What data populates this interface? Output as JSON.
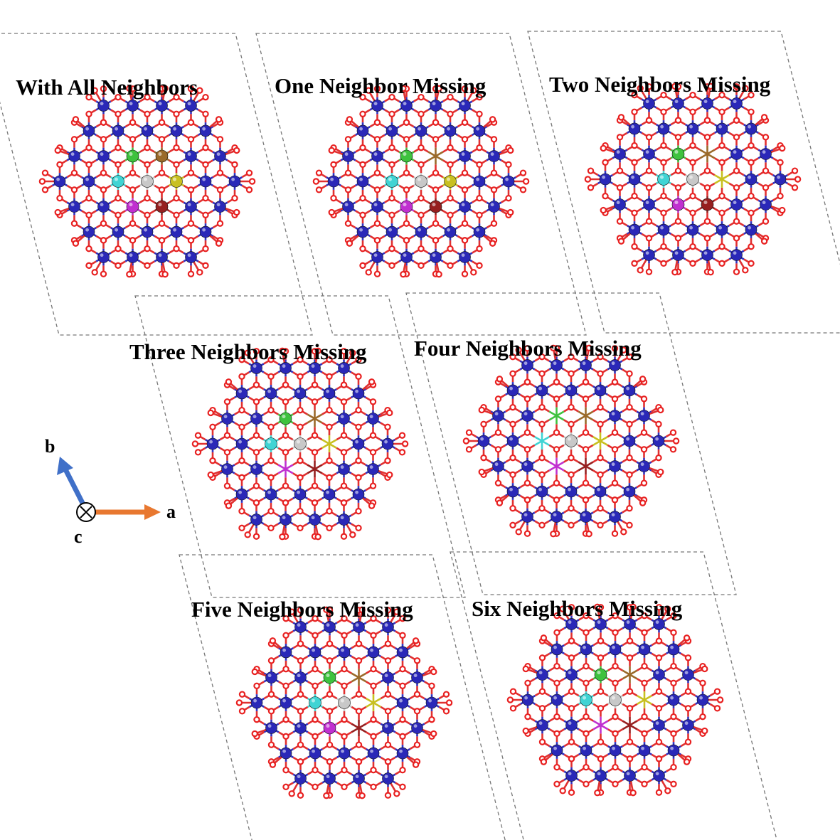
{
  "panels": [
    {
      "id": "all",
      "title": "With All Neighbors",
      "missing": []
    },
    {
      "id": "one",
      "title": "One Neighbor Missing",
      "missing": [
        "brown"
      ]
    },
    {
      "id": "two",
      "title": "Two Neighbors Missing",
      "missing": [
        "brown",
        "yellow"
      ]
    },
    {
      "id": "three",
      "title": "Three Neighbors Missing",
      "missing": [
        "brown",
        "yellow",
        "magenta",
        "darkred"
      ]
    },
    {
      "id": "four",
      "title": "Four Neighbors Missing",
      "missing": [
        "brown",
        "yellow",
        "magenta",
        "darkred",
        "green",
        "cyan"
      ]
    },
    {
      "id": "five",
      "title": "Five Neighbors Missing",
      "missing": [
        "brown",
        "yellow",
        "darkred"
      ]
    },
    {
      "id": "six",
      "title": "Six Neighbors Missing",
      "missing": [
        "brown",
        "yellow",
        "darkred",
        "magenta"
      ]
    }
  ],
  "neighbor_colors": {
    "green": "#3ec23e",
    "brown": "#9a6a2a",
    "cyan": "#40d4d4",
    "center": "#c8c8c8",
    "yellow": "#c8c020",
    "magenta": "#c030d0",
    "darkred": "#962020"
  },
  "atom_colors": {
    "metal": "#2a28b8",
    "oxygen": "#e82020",
    "bond_red": "#e03030",
    "bond_blue": "#3030c0"
  },
  "axes": {
    "a_label": "a",
    "b_label": "b",
    "c_label": "c",
    "a_color": "#e87830",
    "b_color": "#4070c8"
  }
}
